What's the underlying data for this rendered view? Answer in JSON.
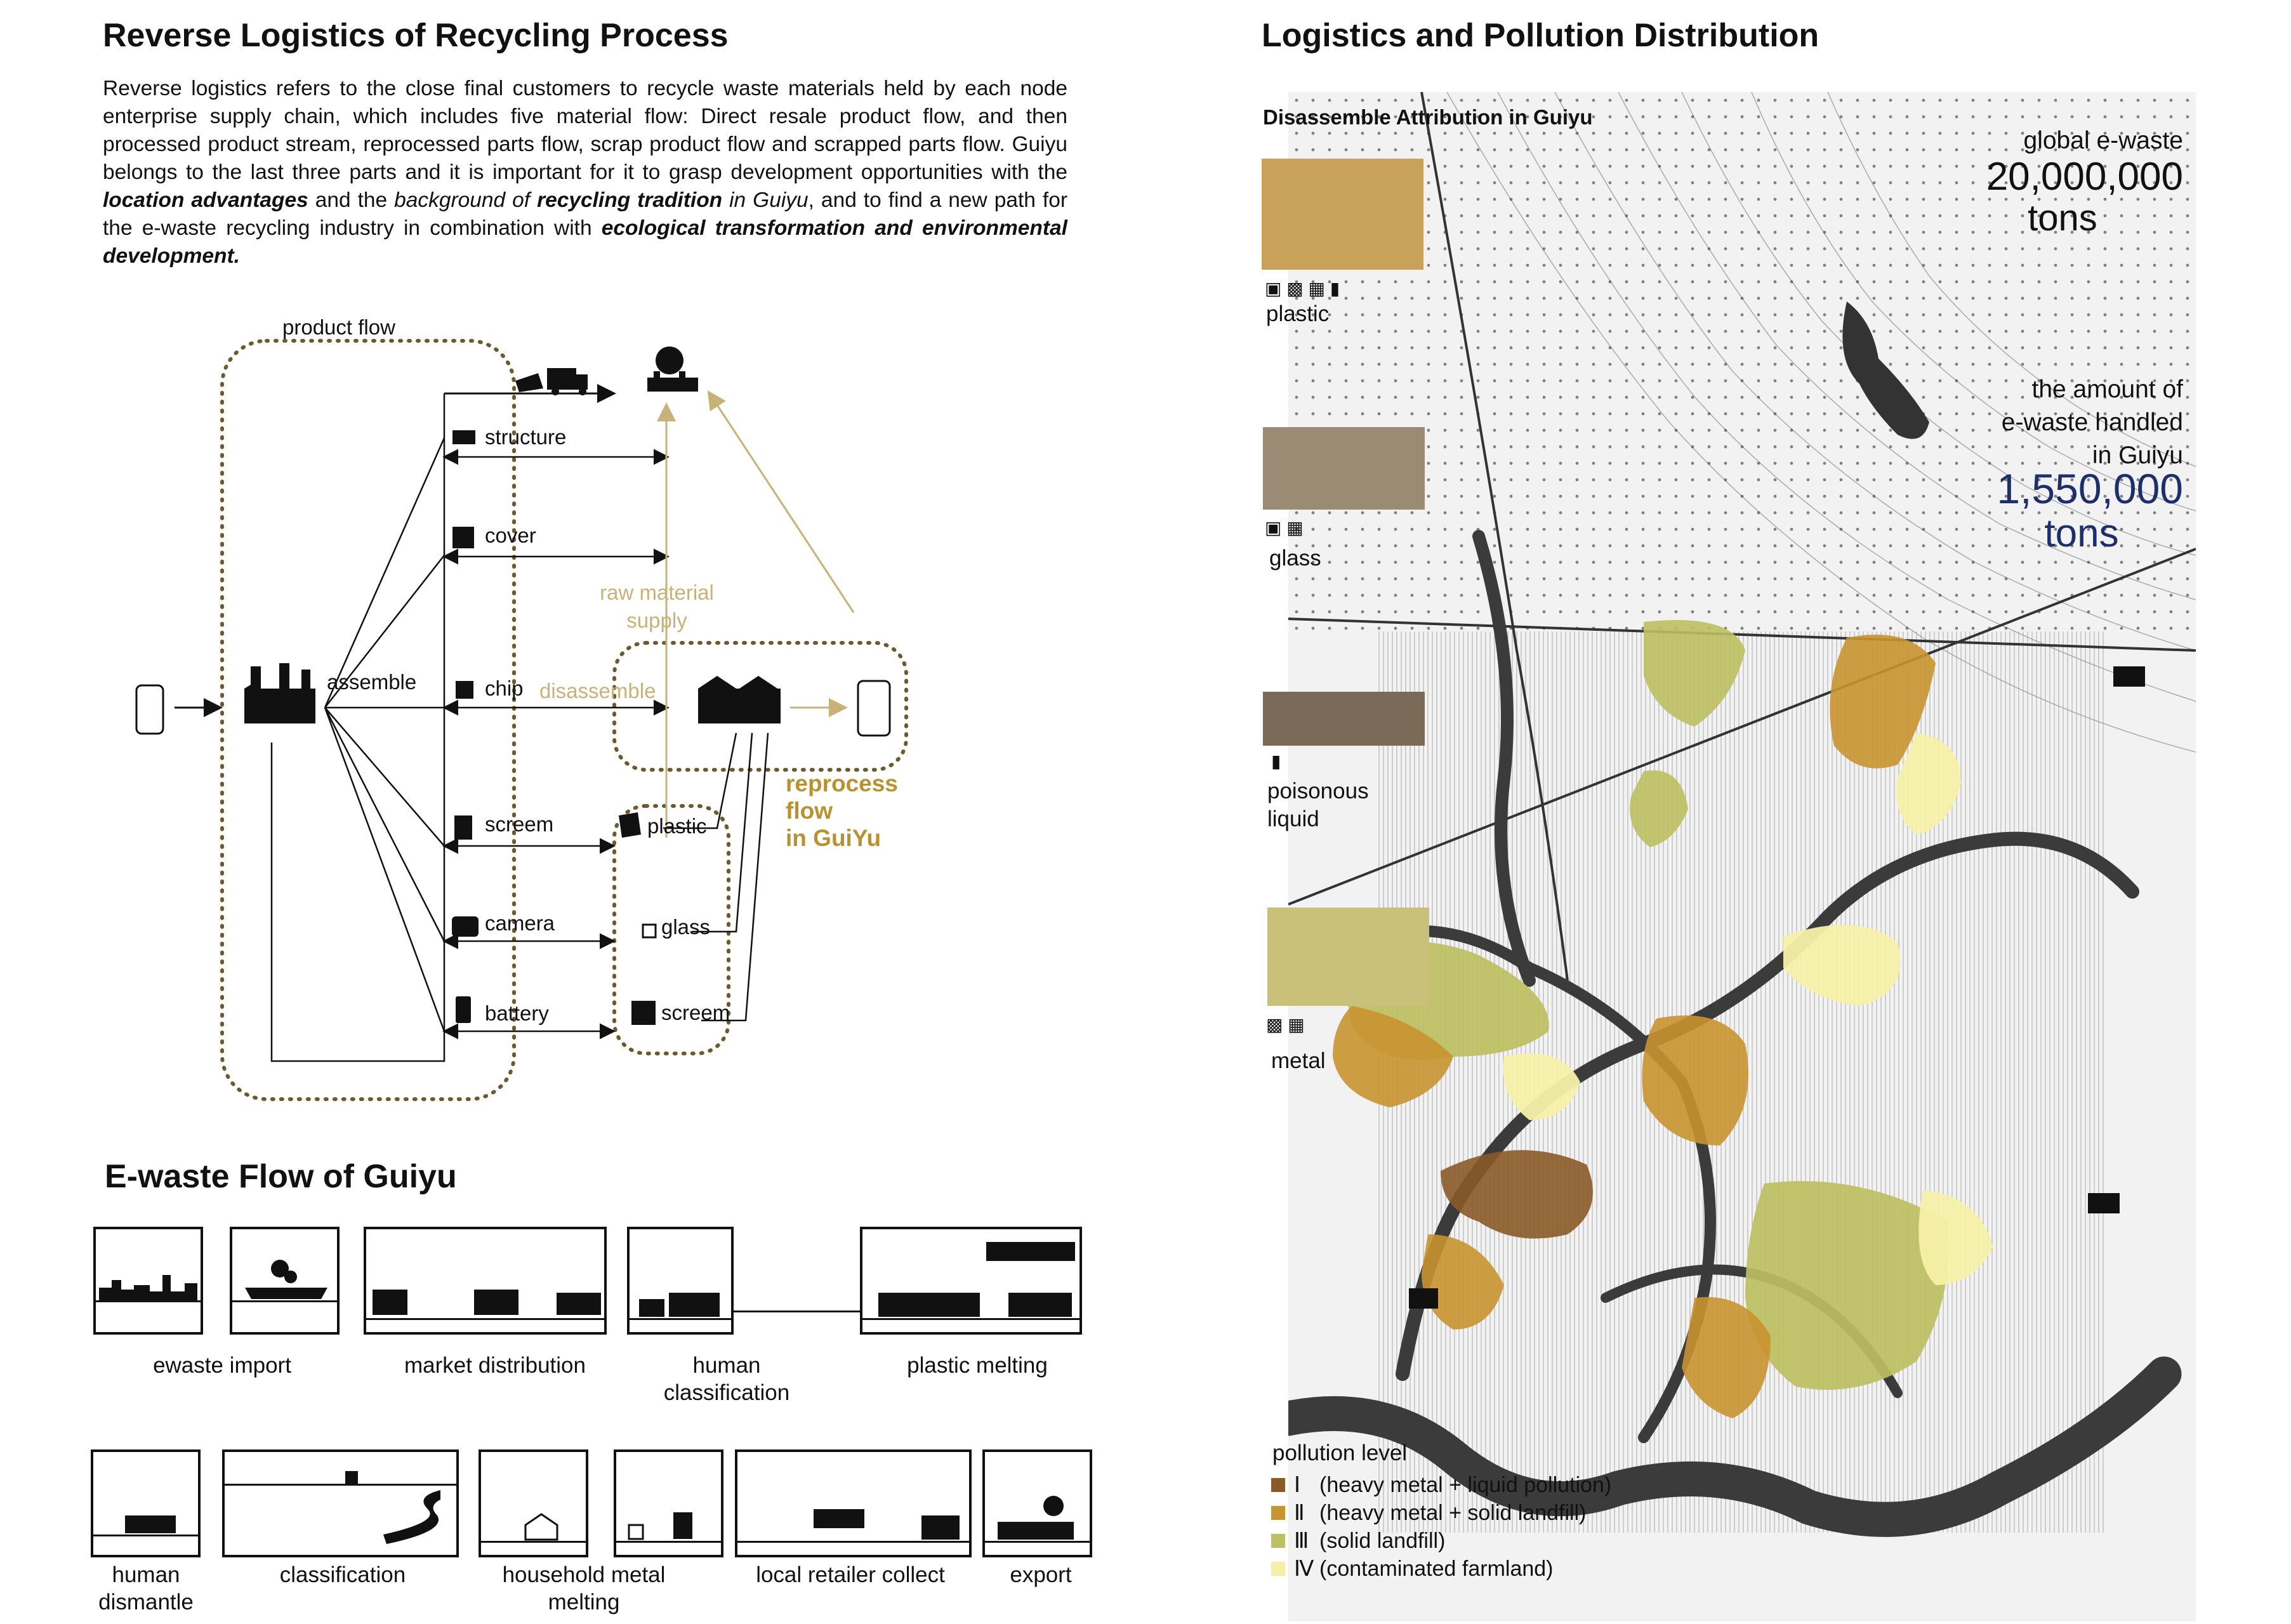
{
  "left": {
    "title": "Reverse Logistics of Recycling Process",
    "intro": {
      "p1": "Reverse logistics refers to the close final customers to recycle waste materials held by each node enterprise supply chain, which includes five material flow: Direct resale product flow, and then processed product stream, reprocessed parts flow, scrap product flow and scrapped parts flow. Guiyu belongs to the last three parts and it is important for it to grasp development opportunities with the ",
      "e1": "location advantages",
      "p2": " and the ",
      "i1": "background of ",
      "e2": "recycling tradition",
      "i2": " in Guiyu",
      "p3": ", and to find a new path for the e-waste recycling industry in combination with ",
      "e3": "ecological transformation and environmental development."
    },
    "diagram": {
      "product_flow": "product flow",
      "assemble": "assemble",
      "disassemble": "disassemble",
      "raw_material_supply": [
        "raw material",
        "supply"
      ],
      "reprocess": [
        "reprocess",
        "flow",
        "in GuiYu"
      ],
      "components": [
        "structure",
        "cover",
        "chip",
        "screem",
        "camera",
        "battery"
      ],
      "materials": [
        "plastic",
        "glass",
        "screem"
      ]
    },
    "ewaste_title": "E-waste Flow of Guiyu",
    "steps_row1": [
      "ewaste import",
      "market distribution",
      "human classification",
      "plastic melting"
    ],
    "steps_row2": [
      "human dismantle",
      "classification",
      "household metal melting",
      "local retailer collect",
      "export"
    ]
  },
  "right": {
    "title": "Logistics and Pollution Distribution",
    "map_title": "Disassemble Attribution in Guiyu",
    "categories": [
      "plastic",
      "glass",
      "poisonous liquid",
      "metal"
    ],
    "stats": {
      "global_label": "global e-waste",
      "global_value": "20,000,000",
      "global_unit": "tons",
      "guiyu_label": [
        "the amount of",
        "e-waste handled",
        "in Guiyu"
      ],
      "guiyu_value": "1,550,000",
      "guiyu_unit": "tons"
    },
    "legend": {
      "title": "pollution level",
      "items": [
        {
          "numeral": "Ⅰ",
          "text": "(heavy metal + liquid pollution)",
          "color": "#8a5a28"
        },
        {
          "numeral": "Ⅱ",
          "text": "(heavy metal + solid landfill)",
          "color": "#c99430"
        },
        {
          "numeral": "Ⅲ",
          "text": "(solid landfill)",
          "color": "#bdbf62"
        },
        {
          "numeral": "Ⅳ",
          "text": "(contaminated farmland)",
          "color": "#f5f0a8"
        }
      ]
    }
  },
  "colors": {
    "tan": "#c8b27a",
    "gold": "#b8922e",
    "dots": "#7a6a3c",
    "river": "#3b3b3b"
  }
}
